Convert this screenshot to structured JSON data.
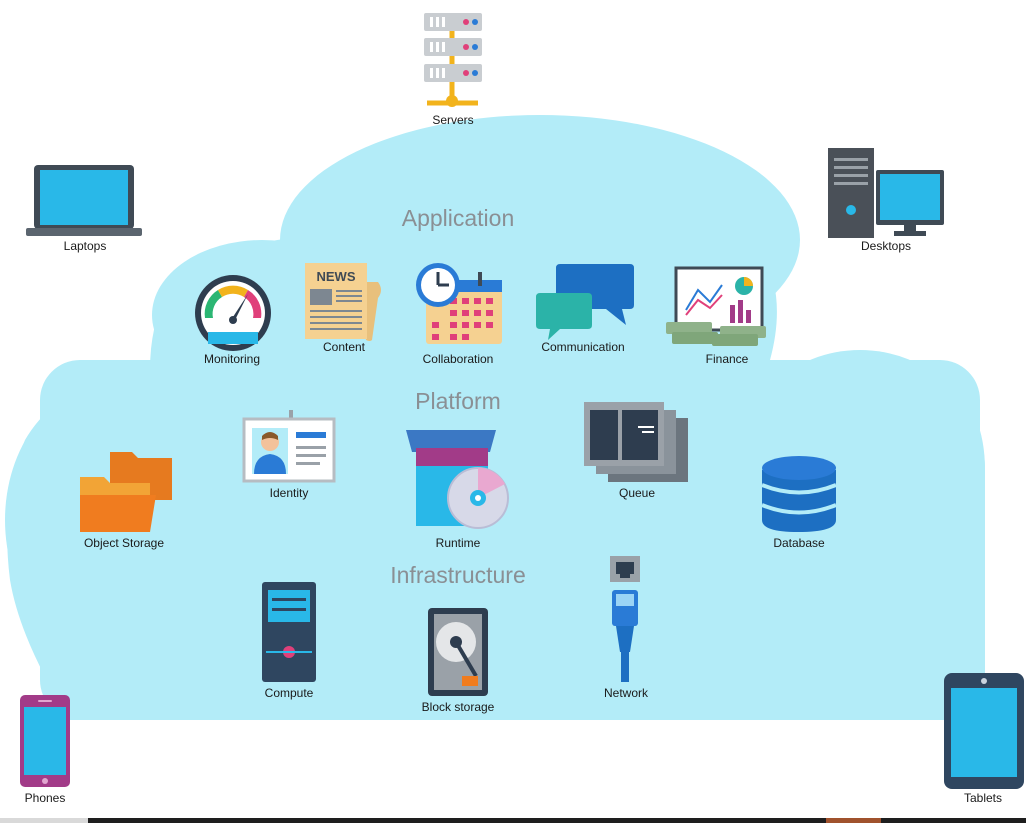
{
  "sections": {
    "application": "Application",
    "platform": "Platform",
    "infrastructure": "Infrastructure"
  },
  "nodes": {
    "servers": "Servers",
    "laptops": "Laptops",
    "desktops": "Desktops",
    "phones": "Phones",
    "tablets": "Tablets",
    "monitoring": "Monitoring",
    "content": "Content",
    "collaboration": "Collaboration",
    "communication": "Communication",
    "finance": "Finance",
    "identity": "Identity",
    "runtime": "Runtime",
    "queue": "Queue",
    "object_storage": "Object Storage",
    "database": "Database",
    "compute": "Compute",
    "block_storage": "Block storage",
    "network": "Network"
  },
  "icons": {
    "content_sign": "NEWS"
  },
  "colors": {
    "cloud": "#b3ecf8",
    "section_text": "#8a8f94",
    "screen_blue": "#29b8e8",
    "dark_gray": "#444a50"
  }
}
